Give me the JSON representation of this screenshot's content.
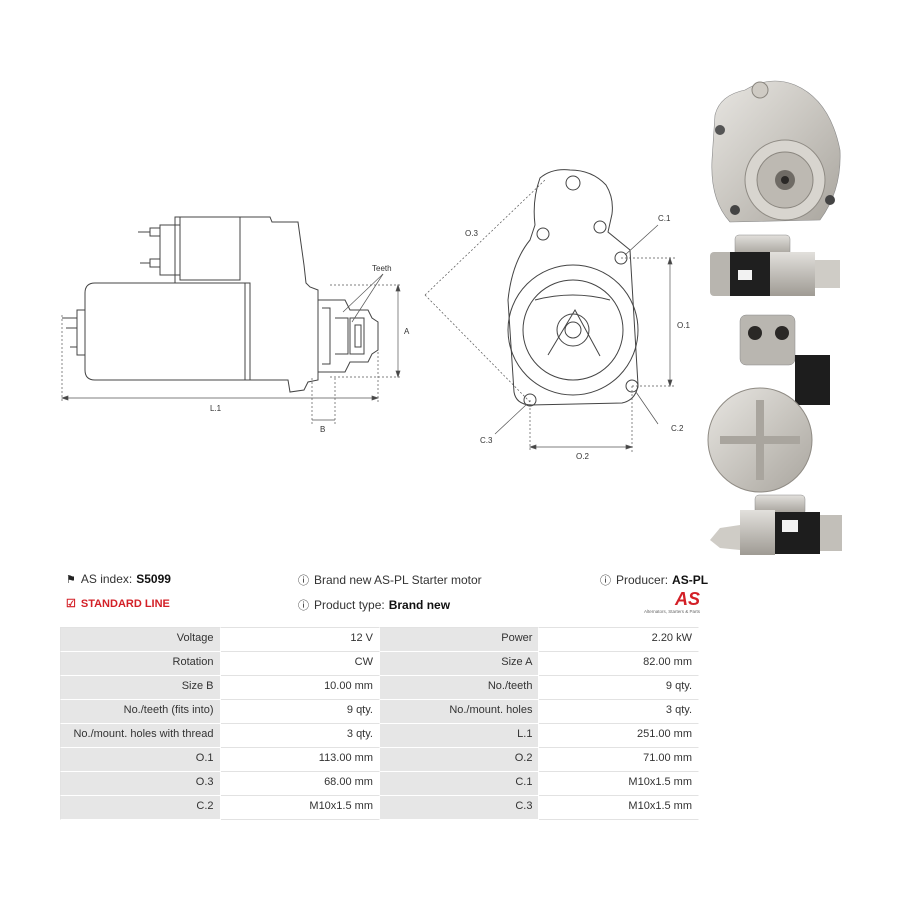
{
  "drawing": {
    "labels": {
      "teeth": "Teeth",
      "a": "A",
      "b": "B",
      "l1": "L.1",
      "o1": "O.1",
      "o2": "O.2",
      "o3": "O.3",
      "c1": "C.1",
      "c2": "C.2",
      "c3": "C.3"
    }
  },
  "info": {
    "as_index_label": "AS index:",
    "as_index_value": "S5099",
    "description": "Brand new AS-PL Starter motor",
    "producer_label": "Producer:",
    "producer_value": "AS-PL",
    "line": "STANDARD LINE",
    "product_type_label": "Product type:",
    "product_type_value": "Brand new"
  },
  "logo": {
    "mark": "AS",
    "tagline": "Alternators, Starters & Parts"
  },
  "specs": [
    {
      "k1": "Voltage",
      "v1": "12 V",
      "k2": "Power",
      "v2": "2.20 kW"
    },
    {
      "k1": "Rotation",
      "v1": "CW",
      "k2": "Size A",
      "v2": "82.00 mm"
    },
    {
      "k1": "Size B",
      "v1": "10.00 mm",
      "k2": "No./teeth",
      "v2": "9 qty."
    },
    {
      "k1": "No./teeth (fits into)",
      "v1": "9 qty.",
      "k2": "No./mount. holes",
      "v2": "3 qty."
    },
    {
      "k1": "No./mount. holes with thread",
      "v1": "3 qty.",
      "k2": "L.1",
      "v2": "251.00 mm"
    },
    {
      "k1": "O.1",
      "v1": "113.00 mm",
      "k2": "O.2",
      "v2": "71.00 mm"
    },
    {
      "k1": "O.3",
      "v1": "68.00 mm",
      "k2": "C.1",
      "v2": "M10x1.5 mm"
    },
    {
      "k1": "C.2",
      "v1": "M10x1.5 mm",
      "k2": "C.3",
      "v2": "M10x1.5 mm"
    }
  ],
  "icons": {
    "tag": "tag-icon",
    "info": "info-icon",
    "check": "checkbox-icon"
  },
  "colors": {
    "accent": "#d32027",
    "table_key_bg": "#e6e6e6"
  }
}
